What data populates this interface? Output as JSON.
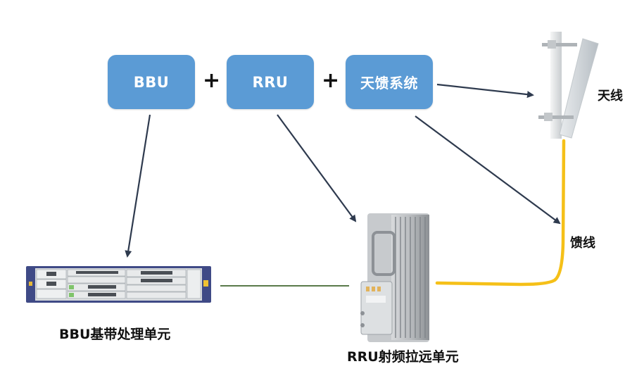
{
  "components": {
    "bbu_box": "BBU",
    "rru_box": "RRU",
    "antenna_system_box": "天馈系统",
    "plus_sign": "+"
  },
  "labels": {
    "bbu_unit": "BBU基带处理单元",
    "rru_unit": "RRU射频拉远单元",
    "antenna": "天线",
    "feeder": "馈线"
  },
  "colors": {
    "box_fill": "#5b9bd5",
    "arrow": "#2e3a4e",
    "feeder_cable": "#f5c018",
    "fiber_link": "#5a7a4a",
    "bbu_chassis": "#3f4a86"
  },
  "connections": [
    {
      "from": "BBU",
      "to": "BBU基带处理单元",
      "type": "arrow"
    },
    {
      "from": "RRU",
      "to": "RRU射频拉远单元",
      "type": "arrow"
    },
    {
      "from": "天馈系统",
      "to": "天线",
      "type": "arrow"
    },
    {
      "from": "天馈系统",
      "to": "馈线",
      "type": "arrow"
    },
    {
      "from": "BBU基带处理单元",
      "to": "RRU射频拉远单元",
      "type": "line"
    },
    {
      "from": "RRU射频拉远单元",
      "to": "天线",
      "type": "feeder"
    }
  ]
}
